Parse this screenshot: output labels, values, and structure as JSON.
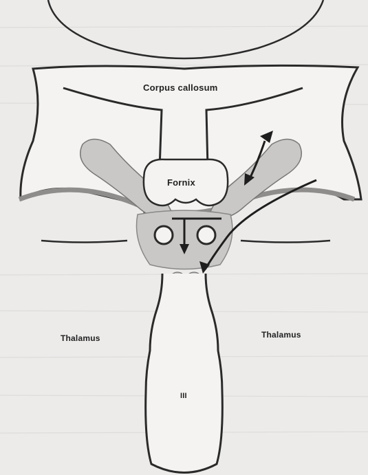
{
  "labels": {
    "corpus_callosum": "Corpus callosum",
    "fornix": "Fornix",
    "thalamus_left": "Thalamus",
    "thalamus_right": "Thalamus",
    "third_ventricle": "III"
  },
  "colors": {
    "background": "#ecebea",
    "outline": "#2a2a2a",
    "tissue_fill": "#c9c8c6",
    "arrow": "#1e1e1e"
  }
}
